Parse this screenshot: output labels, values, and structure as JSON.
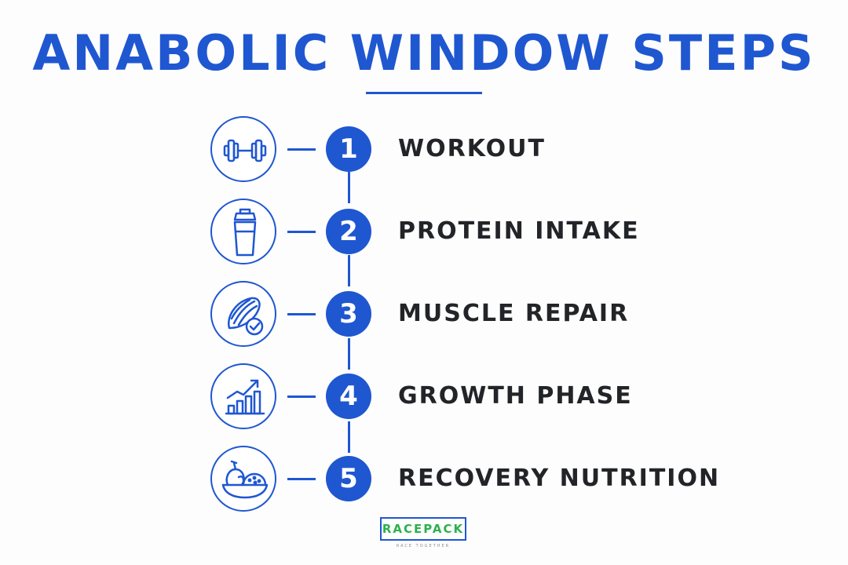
{
  "title": "ANABOLIC WINDOW STEPS",
  "accent_color": "#1f57d1",
  "text_color": "#222428",
  "steps": [
    {
      "number": "1",
      "label": "WORKOUT",
      "icon": "dumbbell-icon"
    },
    {
      "number": "2",
      "label": "PROTEIN INTAKE",
      "icon": "shaker-bottle-icon"
    },
    {
      "number": "3",
      "label": "MUSCLE REPAIR",
      "icon": "muscle-check-icon"
    },
    {
      "number": "4",
      "label": "GROWTH PHASE",
      "icon": "growth-chart-icon"
    },
    {
      "number": "5",
      "label": "RECOVERY NUTRITION",
      "icon": "meal-bowl-icon"
    }
  ],
  "logo": {
    "name": "RACEPACK",
    "tagline": "RACE TOGETHER",
    "colors": {
      "border": "#1f57d1",
      "text": "#2bb24c"
    }
  }
}
